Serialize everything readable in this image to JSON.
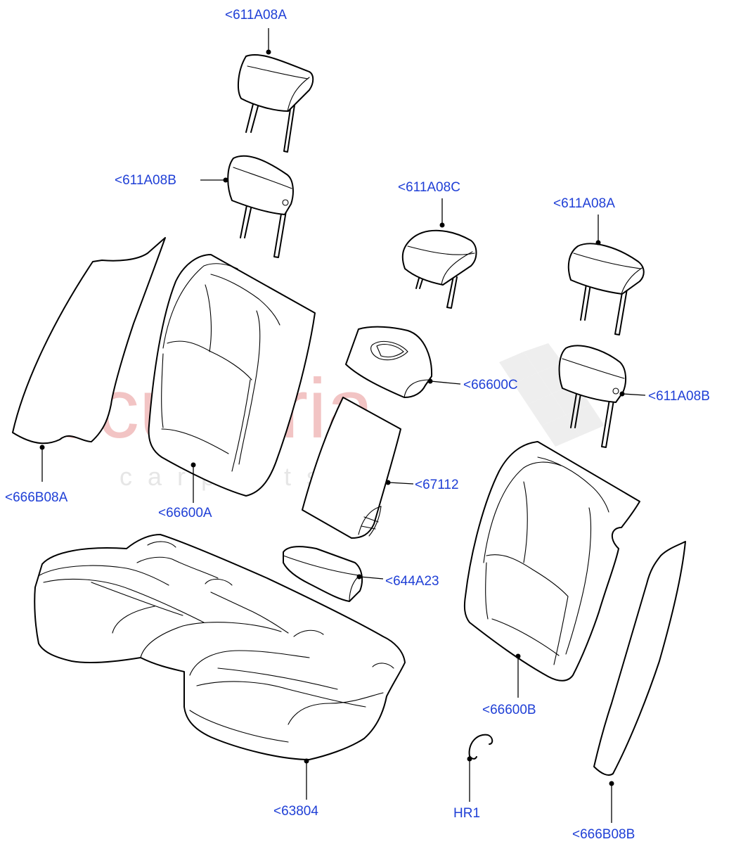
{
  "watermark": {
    "brand": "scuderia",
    "tagline": "c a r p a r t s"
  },
  "callouts": [
    {
      "id": "headrest-top-left",
      "label": "<611A08A"
    },
    {
      "id": "headrest-mid-left",
      "label": "<611A08B"
    },
    {
      "id": "headrest-center",
      "label": "<611A08C"
    },
    {
      "id": "headrest-top-right",
      "label": "<611A08A"
    },
    {
      "id": "headrest-mid-right",
      "label": "<611A08B"
    },
    {
      "id": "trim-left",
      "label": "<666B08A"
    },
    {
      "id": "backrest-left",
      "label": "<66600A"
    },
    {
      "id": "backrest-center-top",
      "label": "<66600C"
    },
    {
      "id": "armrest-panel",
      "label": "<67112"
    },
    {
      "id": "armrest-pad",
      "label": "<644A23"
    },
    {
      "id": "cushion",
      "label": "<63804"
    },
    {
      "id": "backrest-right",
      "label": "<66600B"
    },
    {
      "id": "hog-ring",
      "label": "HR1"
    },
    {
      "id": "trim-right",
      "label": "<666B08B"
    }
  ]
}
